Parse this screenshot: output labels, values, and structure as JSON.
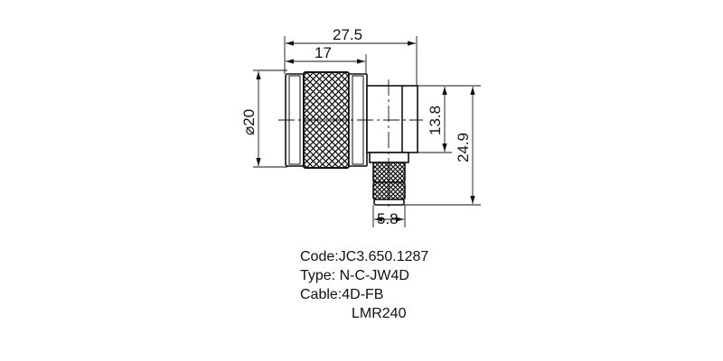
{
  "drawing": {
    "title": "N-type right-angle connector technical drawing",
    "dimensions": {
      "overall_length": "27.5",
      "nut_length": "17",
      "diameter": "⌀20",
      "body_height": "13.8",
      "overall_height": "24.9",
      "ferrule_width": "5.8"
    }
  },
  "spec": {
    "code": "Code:JC3.650.1287",
    "type": "Type: N-C-JW4D",
    "cable": "Cable:4D-FB",
    "cable_alt": "LMR240"
  }
}
